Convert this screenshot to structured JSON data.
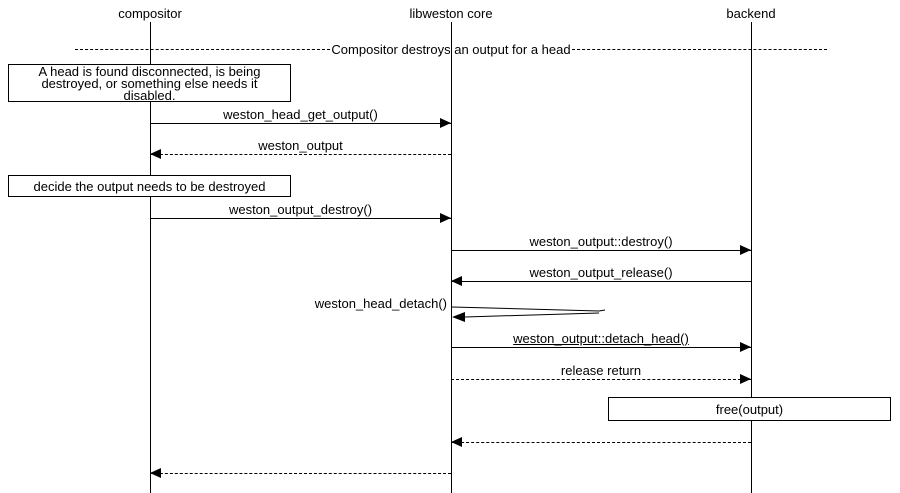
{
  "diagram": {
    "title_hint": "libweston output destruction sequence",
    "colors": {
      "background": "#ffffff",
      "line": "#000000",
      "text": "#000000"
    },
    "actors": [
      {
        "name": "compositor"
      },
      {
        "name": "libweston core"
      },
      {
        "name": "backend"
      }
    ],
    "divider": {
      "label": "Compositor destroys an output for a head"
    },
    "notes": [
      {
        "text": "A head is found disconnected, is being destroyed, or something else needs it disabled."
      },
      {
        "text": "decide the output needs to be destroyed"
      },
      {
        "text": "free(output)"
      }
    ],
    "messages": [
      {
        "label": "weston_head_get_output()",
        "from": "compositor",
        "to": "libweston core",
        "style": "solid"
      },
      {
        "label": "weston_output",
        "from": "libweston core",
        "to": "compositor",
        "style": "dashed"
      },
      {
        "label": "weston_output_destroy()",
        "from": "compositor",
        "to": "libweston core",
        "style": "solid"
      },
      {
        "label": "weston_output::destroy()",
        "from": "libweston core",
        "to": "backend",
        "style": "solid"
      },
      {
        "label": "weston_output_release()",
        "from": "backend",
        "to": "libweston core",
        "style": "solid"
      },
      {
        "label": "weston_head_detach()",
        "from": "libweston core",
        "to": "libweston core",
        "style": "self"
      },
      {
        "label": "weston_output::detach_head()",
        "from": "libweston core",
        "to": "backend",
        "style": "solid"
      },
      {
        "label": "release return",
        "from": "libweston core",
        "to": "backend",
        "style": "dashed"
      },
      {
        "label": "",
        "from": "backend",
        "to": "libweston core",
        "style": "dashed"
      },
      {
        "label": "",
        "from": "libweston core",
        "to": "compositor",
        "style": "dashed"
      }
    ]
  }
}
